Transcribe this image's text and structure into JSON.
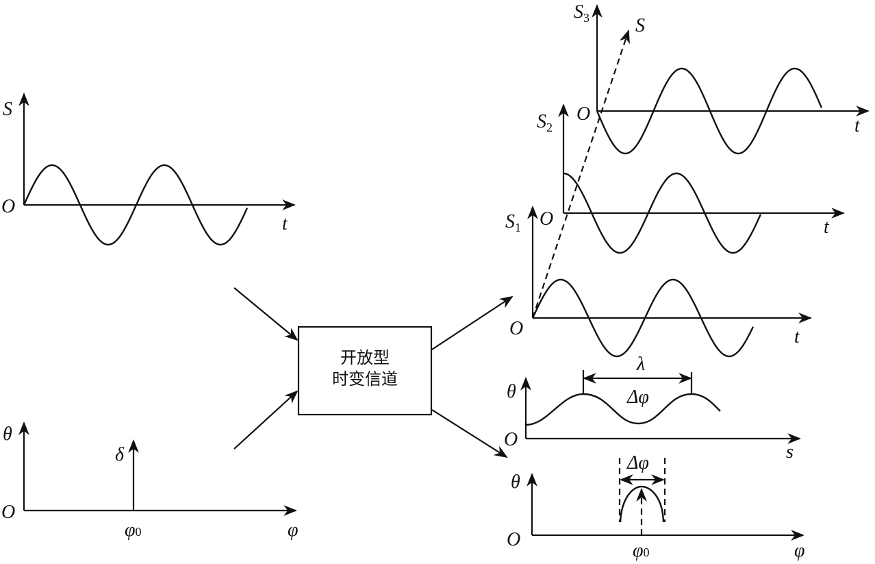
{
  "input": {
    "signal": {
      "y_label": "S",
      "origin": "O",
      "x_label": "t"
    },
    "spectrum": {
      "y_label": "θ",
      "origin": "O",
      "x_label": "φ",
      "impulse_label": "δ",
      "tick_label": "φ",
      "tick_sub": "0"
    }
  },
  "channel": {
    "line1": "开放型",
    "line2": "时变信道"
  },
  "output": {
    "s3": {
      "y_label": "S",
      "y_sub": "3",
      "origin": "O",
      "x_label": "t"
    },
    "s2": {
      "y_label": "S",
      "y_sub": "2",
      "origin": "O",
      "x_label": "t"
    },
    "s1": {
      "y_label": "S",
      "y_sub": "1",
      "origin": "O",
      "x_label": "t"
    },
    "space_axis_label": "S",
    "spatial": {
      "y_label": "θ",
      "origin": "O",
      "x_label": "s",
      "wavelength": "λ",
      "delta": "Δφ"
    },
    "spectrum": {
      "y_label": "θ",
      "origin": "O",
      "x_label": "φ",
      "delta": "Δφ",
      "tick_label": "φ",
      "tick_sub": "0"
    }
  }
}
